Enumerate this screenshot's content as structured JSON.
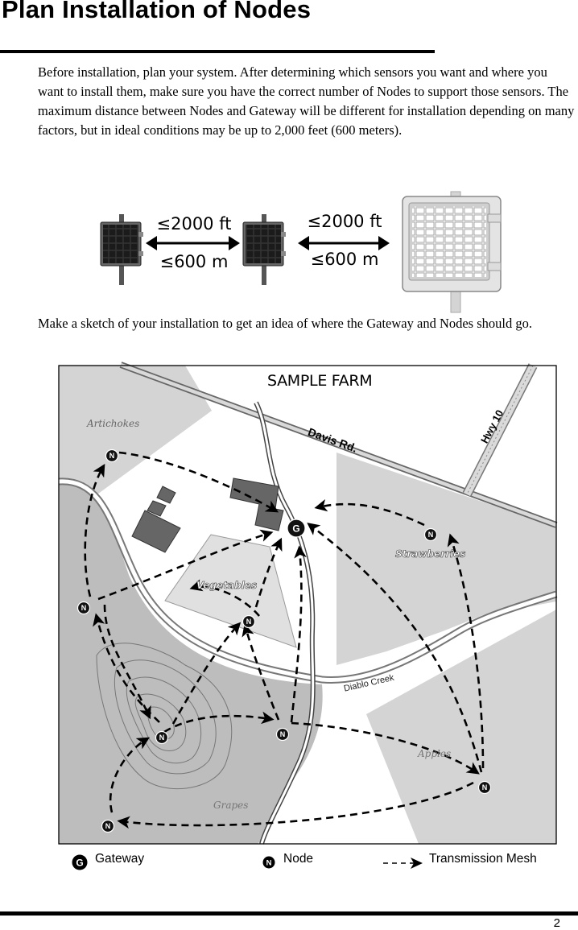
{
  "page": {
    "title": "Plan Installation of Nodes",
    "intro": "Before installation, plan your system. After determining which sensors you want and where you want to install them, make sure you have the correct number of Nodes to support those sensors. The maximum distance between Nodes and Gateway will be different for installation depending on many factors, but in ideal conditions may be up to 2,000 feet (600 meters).",
    "sketch_instruction": "Make a sketch of your installation to get an idea of where the Gateway and Nodes should go.",
    "page_number": "2"
  },
  "range_figure": {
    "link1_ft": "≤2000 ft",
    "link1_m": "≤600 m",
    "link2_ft": "≤2000 ft",
    "link2_m": "≤600 m"
  },
  "map": {
    "title": "SAMPLE FARM",
    "road_davis": "Davis Rd.",
    "road_hwy": "Hwy 10",
    "creek": "Diablo Creek",
    "field_artichokes": "Artichokes",
    "field_vegetables": "Vegetables",
    "field_strawberries": "Strawberries",
    "field_apples": "Apples",
    "field_grapes": "Grapes",
    "gateway_marker": "G",
    "node_marker": "N"
  },
  "legend": {
    "gateway_symbol": "G",
    "gateway_label": "Gateway",
    "node_symbol": "N",
    "node_label": "Node",
    "mesh_label": "Transmission Mesh"
  }
}
